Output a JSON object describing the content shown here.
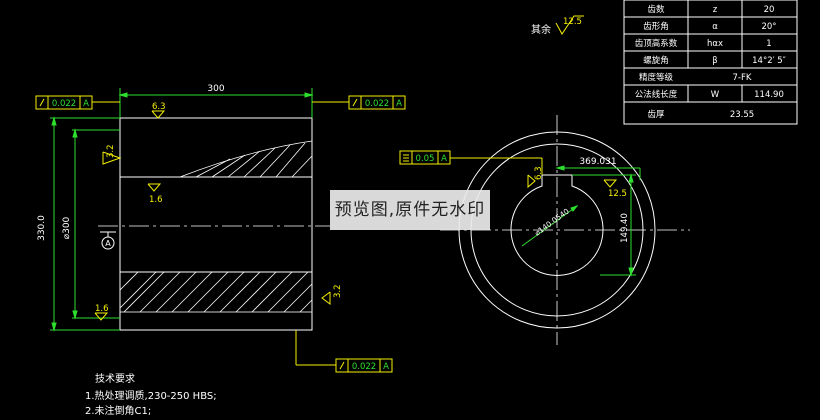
{
  "table": {
    "rows": [
      {
        "name": "齿数",
        "symbol": "z",
        "value": "20"
      },
      {
        "name": "齿形角",
        "symbol": "α",
        "value": "20°"
      },
      {
        "name": "齿顶高系数",
        "symbol": "hαx",
        "value": "1"
      },
      {
        "name": "螺旋角",
        "symbol": "β",
        "value": "14°2′ 5″"
      },
      {
        "name": "精度等级",
        "symbol": "",
        "value": "7-FK"
      },
      {
        "name": "公法线长度",
        "symbol": "W",
        "value": "114.90"
      },
      {
        "name": "齿厚",
        "symbol": "",
        "value": "23.55"
      }
    ]
  },
  "roughness_rest": {
    "label": "其余",
    "value": "12.5"
  },
  "left_view": {
    "length": "300",
    "height_outer": "330.0",
    "diameter": "⌀300",
    "tol_left": {
      "value": "0.022",
      "datum": "A"
    },
    "tol_right": {
      "value": "0.022",
      "datum": "A"
    },
    "tol_bottom": {
      "value": "0.022",
      "datum": "A"
    },
    "rough_top": "6.3",
    "rough_left_top": "3.2",
    "rough_mid": "1.6",
    "rough_left_bottom": "1.6",
    "rough_right_bottom": "3.2",
    "datum_label": "A"
  },
  "right_view": {
    "tol_flat": {
      "value": "0.05",
      "datum": "A"
    },
    "key_depth": "369.031",
    "rough_key": "6.3",
    "rough_right": "12.5",
    "bore_dia": "⌀140.0540",
    "height_dim": "149.40"
  },
  "notes": {
    "title": "技术要求",
    "items": [
      "1.热处理调质,230-250 HBS;",
      "2.未注倒角C1;"
    ]
  },
  "watermark": "预览图,原件无水印"
}
